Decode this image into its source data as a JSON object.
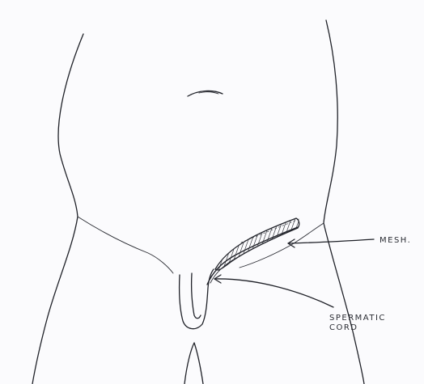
{
  "labels": {
    "mesh": "MESH.",
    "cord_line1": "SPERMATIC",
    "cord_line2": "CORD"
  }
}
